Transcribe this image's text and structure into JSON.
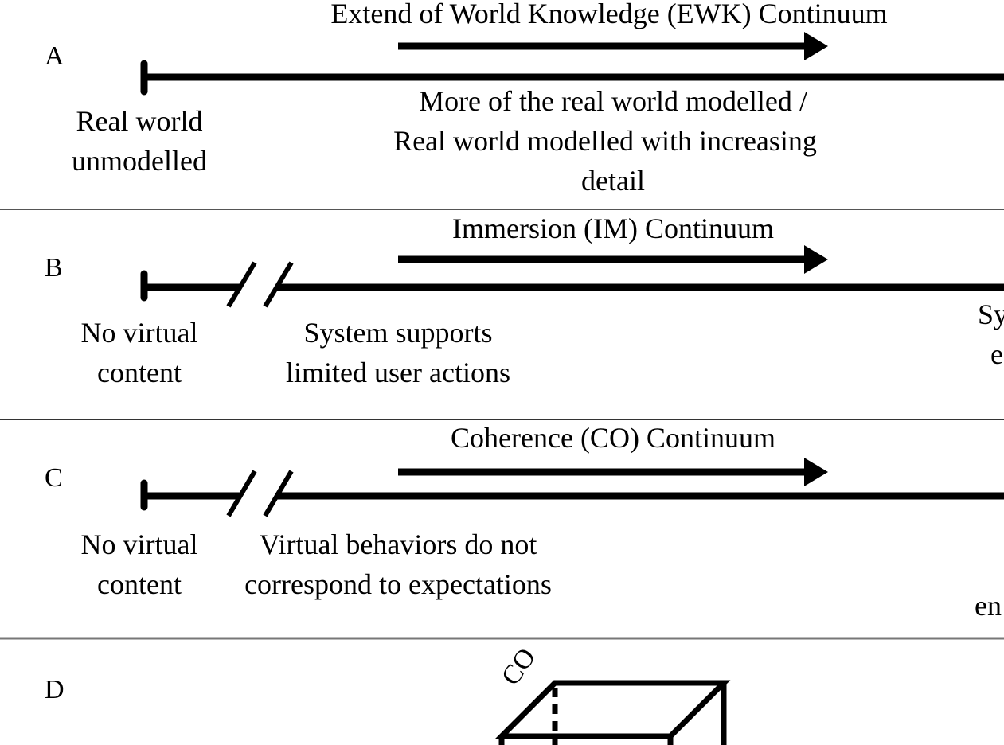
{
  "panel_a": {
    "letter": "A",
    "title": "Extend of World Knowledge (EWK) Continuum",
    "left_label_1": "Real world",
    "left_label_2": "unmodelled",
    "mid_label_1": "More of the real world modelled /",
    "mid_label_2": "Real world modelled with increasing",
    "mid_label_3": "detail"
  },
  "panel_b": {
    "letter": "B",
    "title": "Immersion (IM) Continuum",
    "left_label_1": "No virtual",
    "left_label_2": "content",
    "mid_label_1": "System supports",
    "mid_label_2": "limited user actions",
    "right_label_1": "Sy",
    "right_label_2": "e"
  },
  "panel_c": {
    "letter": "C",
    "title": "Coherence (CO) Continuum",
    "left_label_1": "No virtual",
    "left_label_2": "content",
    "mid_label_1": "Virtual behaviors do not",
    "mid_label_2": "correspond to expectations",
    "right_label_1": "en"
  },
  "panel_d": {
    "letter": "D",
    "axis_label": "CO"
  }
}
